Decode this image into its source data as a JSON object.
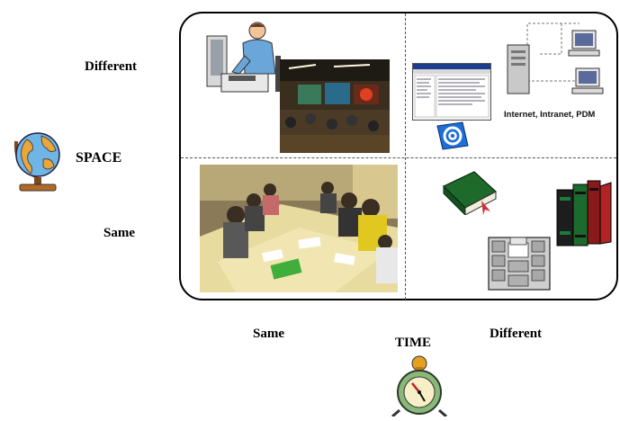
{
  "space_axis": {
    "title": "SPACE",
    "row_top": "Different",
    "row_bottom": "Same"
  },
  "time_axis": {
    "title": "TIME",
    "col_left": "Same",
    "col_right": "Different"
  },
  "quadrants": {
    "different_space_different_time": {
      "network_caption": "Internet, Intranet, PDM"
    }
  },
  "icons": [
    "globe-icon",
    "alarm-clock-icon",
    "engineer-at-workstation-icon",
    "computer-network-icon",
    "email-icon",
    "book-icon",
    "books-icon",
    "filing-cabinet-icon"
  ]
}
